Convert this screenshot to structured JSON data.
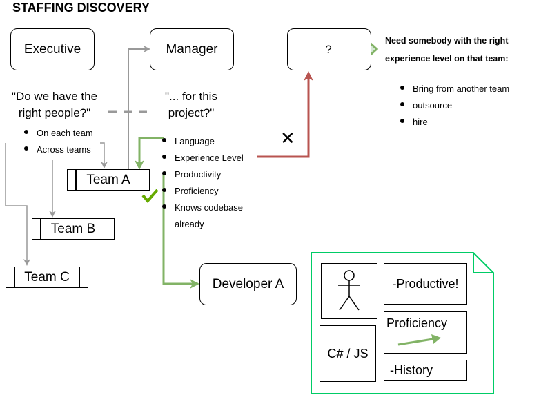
{
  "title": "STAFFING DISCOVERY",
  "nodes": {
    "executive": "Executive",
    "manager": "Manager",
    "unknown": "?",
    "team_a": "Team A",
    "team_b": "Team B",
    "team_c": "Team C",
    "developer_a": "Developer A"
  },
  "executive_question": {
    "line1": "\"Do we have the",
    "line2": "right people?\"",
    "bullets": [
      "On each team",
      "Across teams"
    ]
  },
  "manager_question": {
    "line1": "\"... for this",
    "line2": "project?\"",
    "bullets": [
      "Language",
      "Experience Level",
      "Productivity",
      "Proficiency",
      "Knows codebase",
      "already"
    ]
  },
  "need_note": {
    "line1": "Need somebody with the right",
    "line2": "experience level on that team:",
    "options": [
      "Bring from another team",
      "outsource",
      "hire"
    ]
  },
  "markers": {
    "reject": "✕",
    "accept": "check-mark"
  },
  "profile_card": {
    "skills": "C# / JS",
    "productive": "-Productive!",
    "proficiency": "Proficiency",
    "history": "-History"
  },
  "colors": {
    "gray_connector": "#999999",
    "green_connector": "#82b366",
    "green_arrow_fill": "#d5e8d4",
    "red_connector": "#b85450",
    "check_green": "#66aa00",
    "card_border": "#00cc66"
  }
}
